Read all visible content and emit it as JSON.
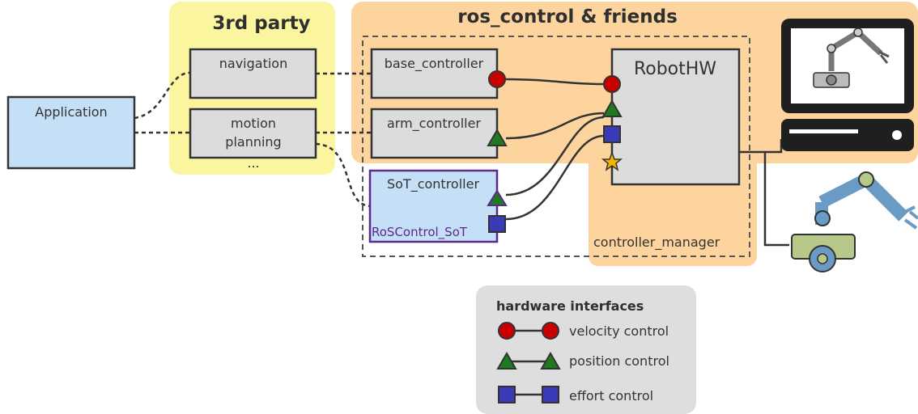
{
  "groups": {
    "third_party_title": "3rd party",
    "ros_control_title": "ros_control & friends",
    "controller_manager_label": "controller_manager"
  },
  "nodes": {
    "application": "Application",
    "navigation": "navigation",
    "motion_planning_line1": "motion",
    "motion_planning_line2": "planning",
    "ellipsis": "...",
    "base_controller": "base_controller",
    "arm_controller": "arm_controller",
    "sot_controller": "SoT_controller",
    "roscontrol_sot": "RoSControl_SoT",
    "robot_hw": "RobotHW"
  },
  "legend": {
    "title": "hardware interfaces",
    "items": [
      {
        "label": "velocity control",
        "icon": "circle"
      },
      {
        "label": "position control",
        "icon": "triangle"
      },
      {
        "label": "effort control",
        "icon": "square"
      }
    ]
  },
  "colors": {
    "third_party_bg": "#fbf5a0",
    "ros_control_bg": "#fdd49e",
    "application_bg": "#c5dff7",
    "node_bg": "#dcdcdc",
    "sot_bg": "#c5dff7",
    "sot_border": "#5b2a8c",
    "velocity_red": "#c80000",
    "position_green": "#1e7a1e",
    "effort_blue": "#3a3ab8",
    "star_gold": "#f2b600",
    "legend_bg": "#dedede"
  },
  "icons": [
    "computer-icon",
    "robot-arm-icon",
    "robot-arm-screen-icon"
  ]
}
